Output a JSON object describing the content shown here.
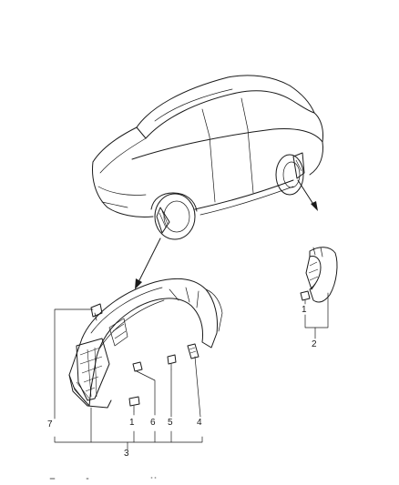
{
  "callouts": {
    "c1_left": "1",
    "c3": "3",
    "c4": "4",
    "c5": "5",
    "c6": "6",
    "c7": "7",
    "c1_right": "1",
    "c2": "2"
  },
  "colors": {
    "ink": "#1a1a1a",
    "background": "#ffffff"
  }
}
